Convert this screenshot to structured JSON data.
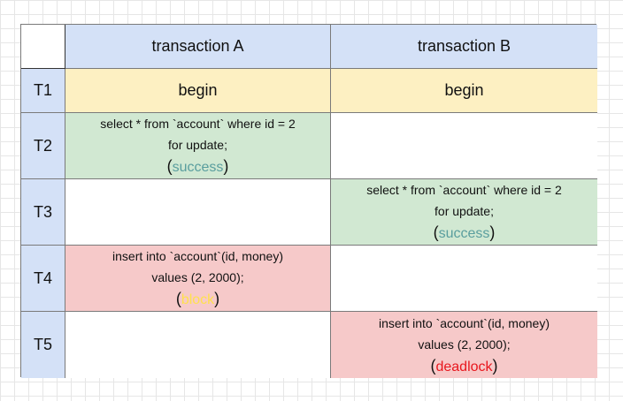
{
  "header": {
    "col_a": "transaction A",
    "col_b": "transaction B"
  },
  "rows": [
    {
      "time": "T1",
      "a": {
        "lines": [
          "begin"
        ],
        "status": "",
        "status_color": ""
      },
      "b": {
        "lines": [
          "begin"
        ],
        "status": "",
        "status_color": ""
      }
    },
    {
      "time": "T2",
      "a": {
        "lines": [
          "select * from `account` where id = 2",
          "for update;"
        ],
        "status": "success",
        "status_color": "#5a9e9e"
      },
      "b": {
        "lines": [],
        "status": "",
        "status_color": ""
      }
    },
    {
      "time": "T3",
      "a": {
        "lines": [],
        "status": "",
        "status_color": ""
      },
      "b": {
        "lines": [
          "select * from `account` where id = 2",
          "for update;"
        ],
        "status": "success",
        "status_color": "#5a9e9e"
      }
    },
    {
      "time": "T4",
      "a": {
        "lines": [
          "insert into `account`(id, money)",
          "values (2, 2000);"
        ],
        "status": "block",
        "status_color": "#ffe14d"
      },
      "b": {
        "lines": [],
        "status": "",
        "status_color": ""
      }
    },
    {
      "time": "T5",
      "a": {
        "lines": [],
        "status": "",
        "status_color": ""
      },
      "b": {
        "lines": [
          "insert into `account`(id, money)",
          "values (2, 2000);"
        ],
        "status": "deadlock",
        "status_color": "#e8161d"
      }
    }
  ],
  "colors": {
    "header_fill": "#d4e1f7",
    "begin_fill": "#fdf0c2",
    "lock_fill": "#d1e8d2",
    "insert_fill": "#f6c9c9",
    "border": "#7a7a7a"
  }
}
